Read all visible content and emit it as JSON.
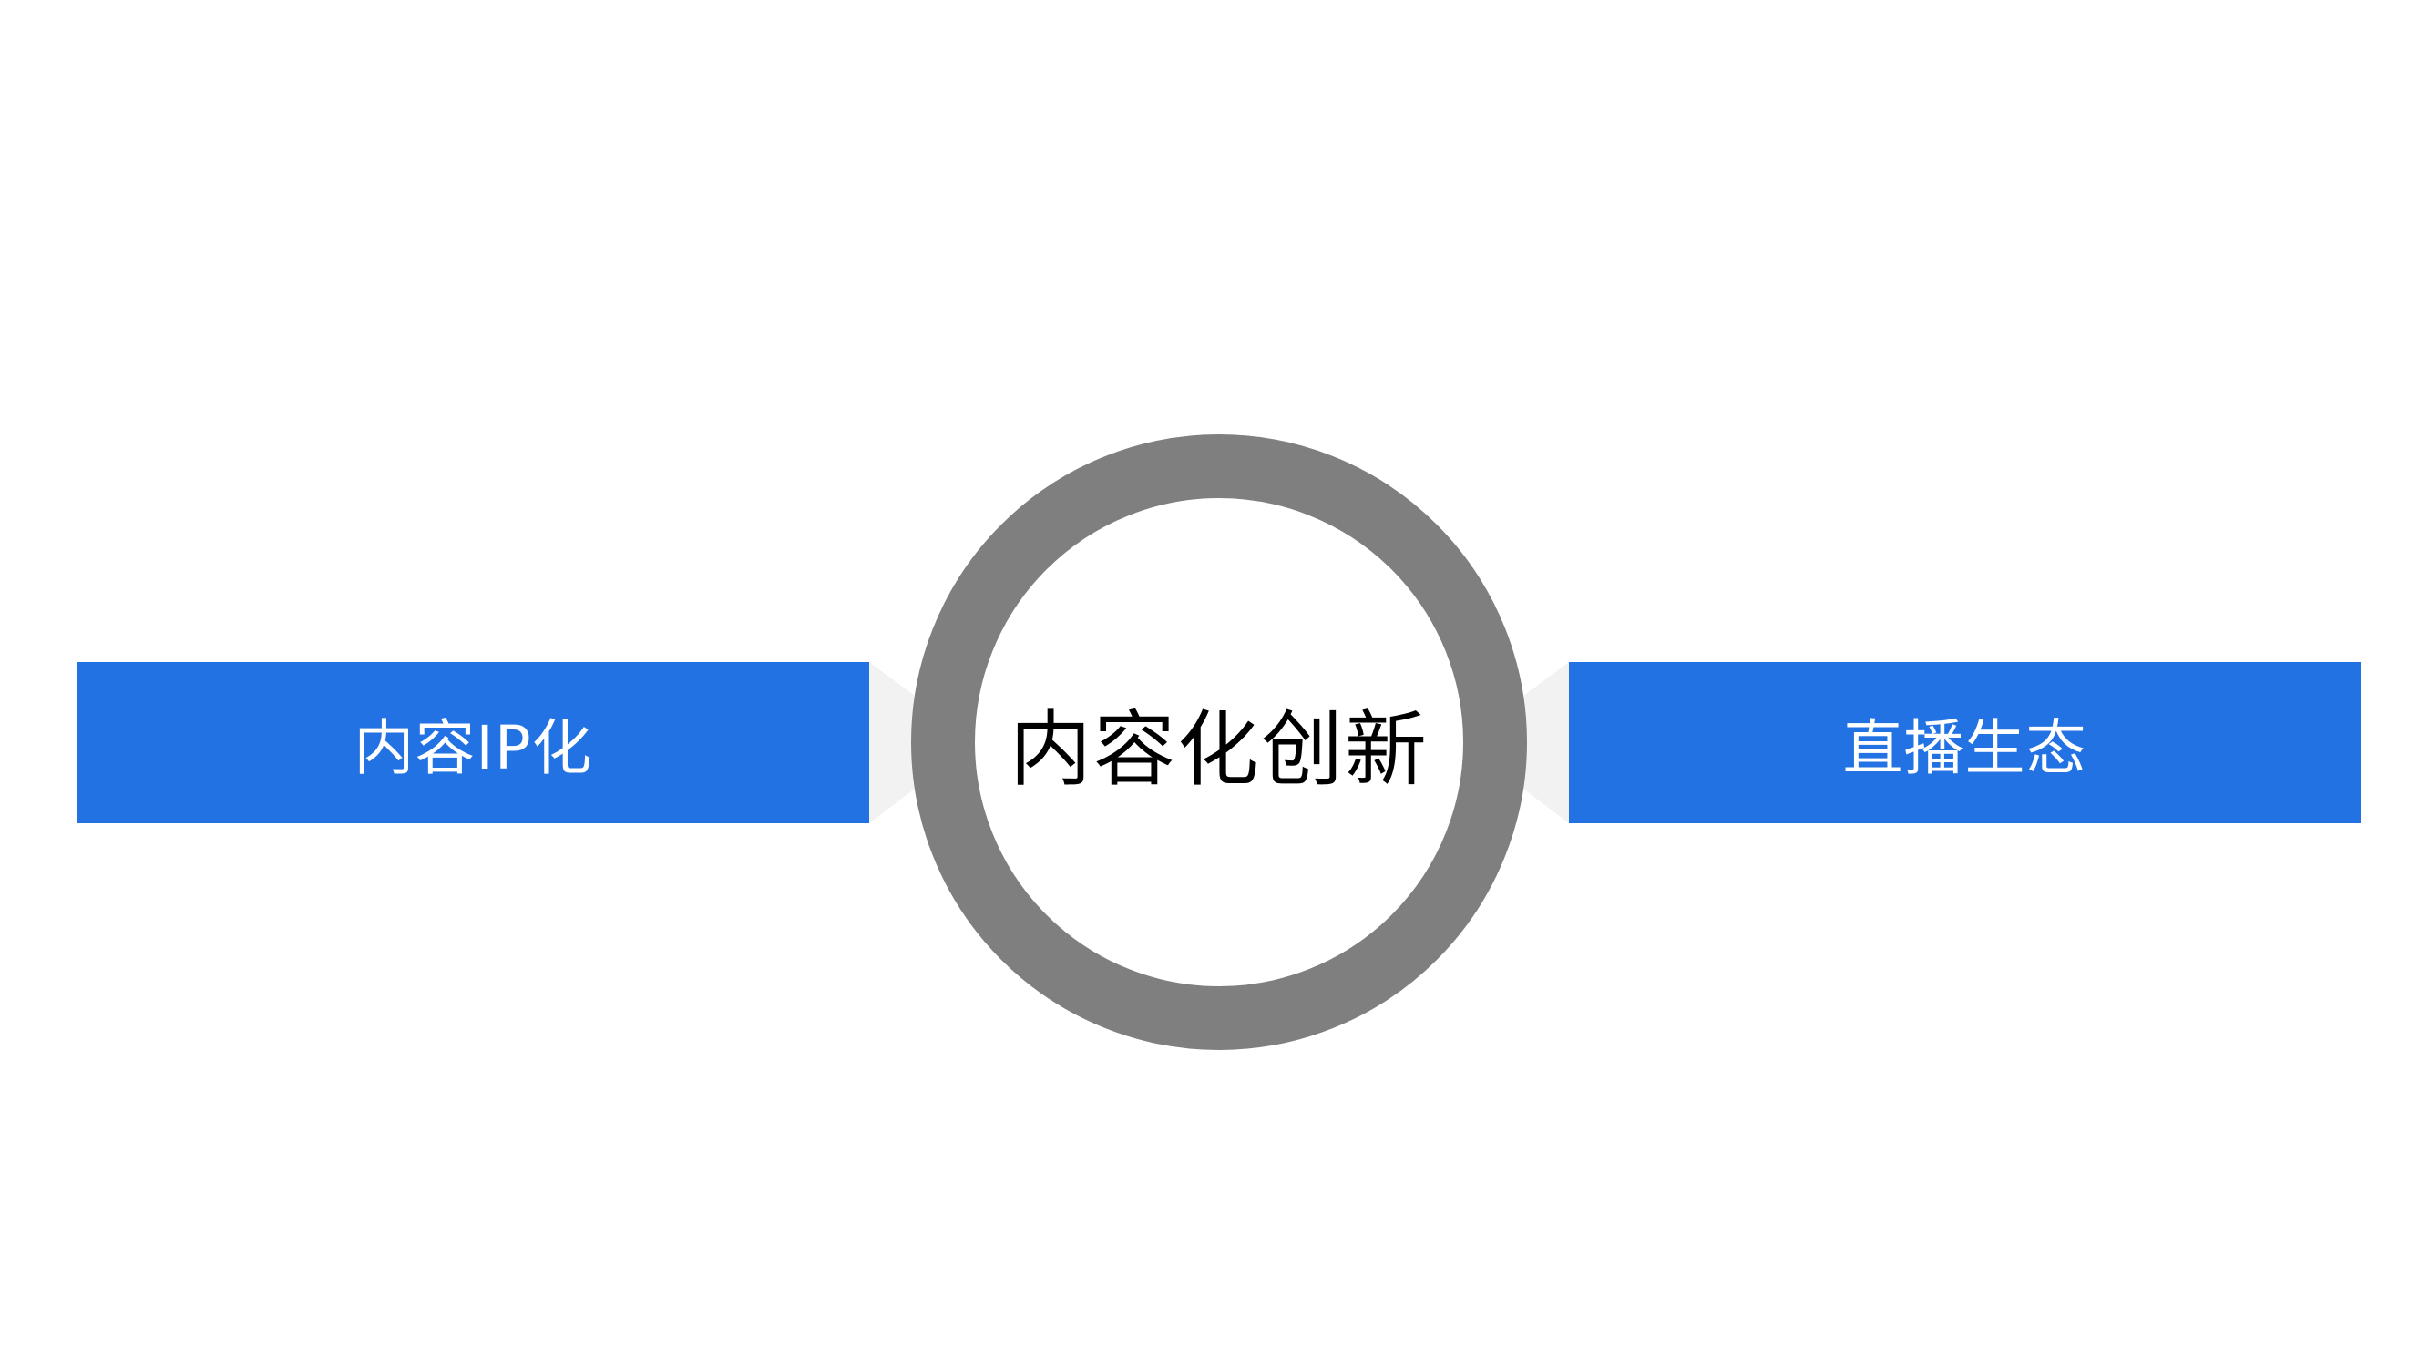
{
  "diagram": {
    "center": {
      "label": "内容化创新"
    },
    "left": {
      "label": "内容IP化"
    },
    "right": {
      "label": "直播生态"
    }
  },
  "colors": {
    "box_fill": "#2372e3",
    "box_text": "#ffffff",
    "ring": "#7f7f7f",
    "connector": "#f2f2f2",
    "center_text": "#000000",
    "background": "#ffffff"
  }
}
